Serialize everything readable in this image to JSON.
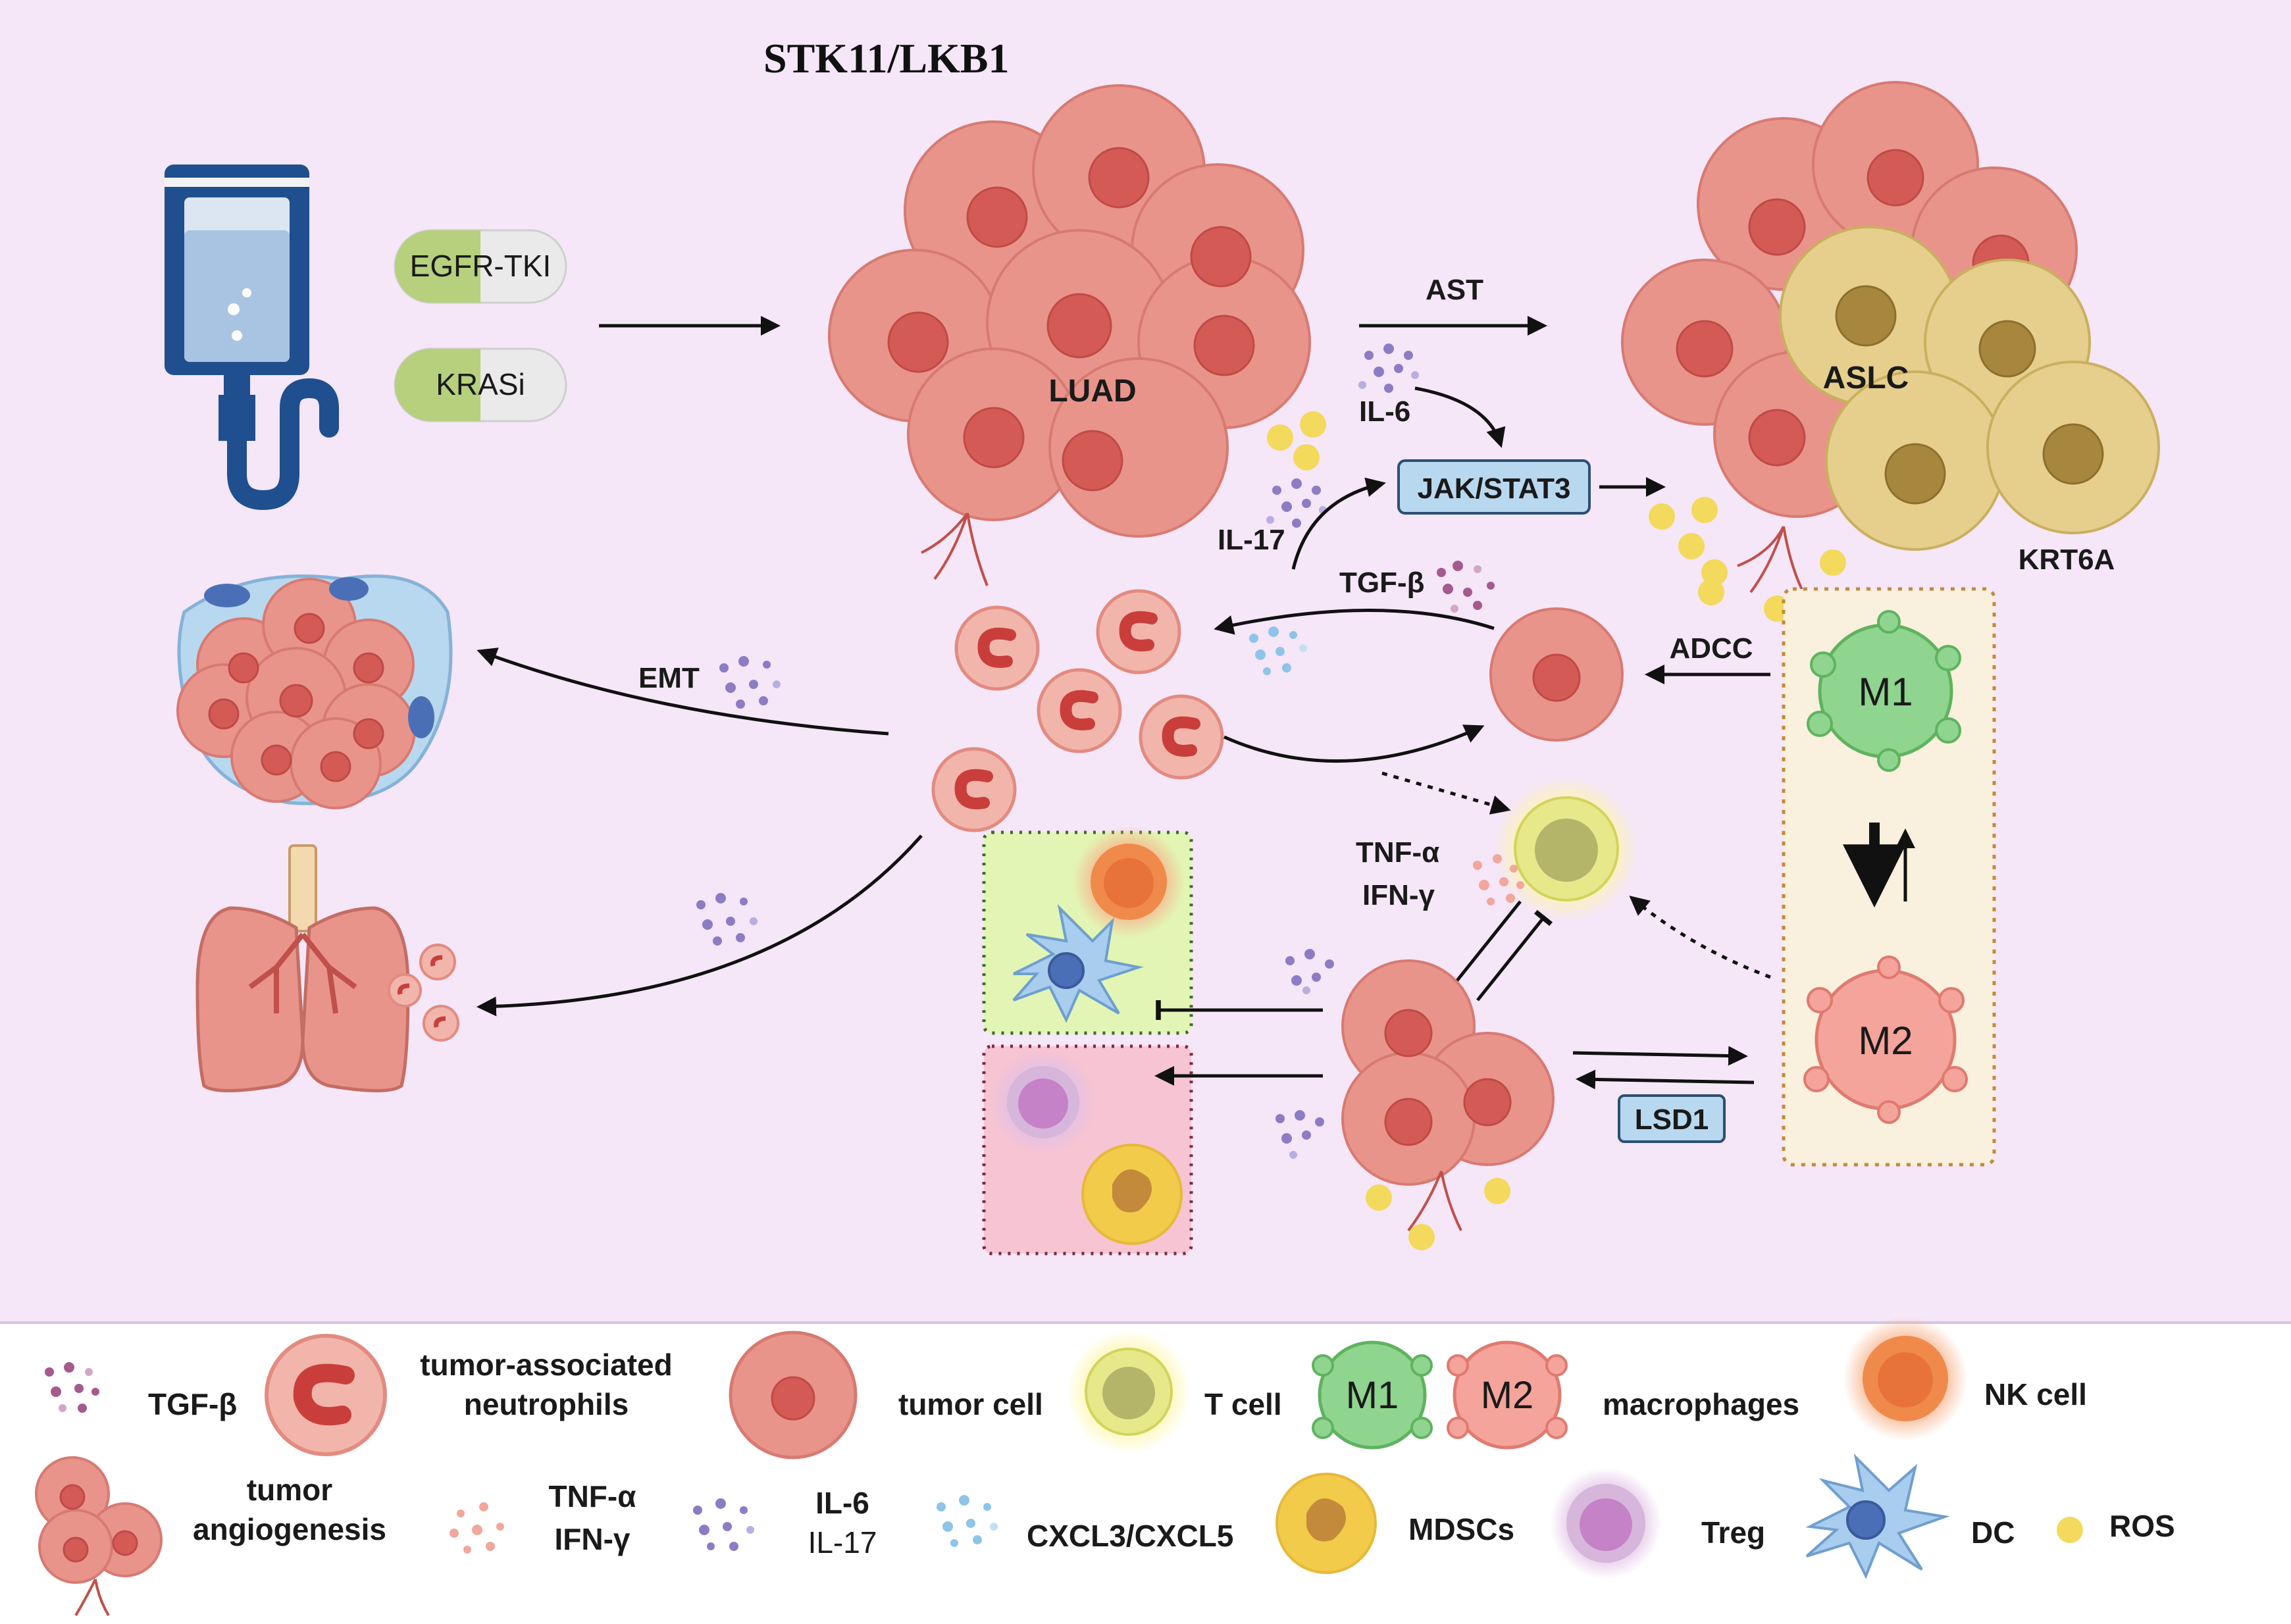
{
  "title": "STK11/LKB1",
  "drugs": {
    "egfr": "EGFR-TKI",
    "kras": "KRASi"
  },
  "cells": {
    "luad": "LUAD",
    "aslc": "ASLC",
    "krt6a": "KRT6A",
    "m1": "M1",
    "m2": "M2"
  },
  "labels": {
    "ast": "AST",
    "il6": "IL-6",
    "il17": "IL-17",
    "jak": "JAK/STAT3",
    "tgfb": "TGF-β",
    "adcc": "ADCC",
    "emt": "EMT",
    "tnf": "TNF-α",
    "ifn": "IFN-γ",
    "lsd1": "LSD1"
  },
  "legend": {
    "tgfb": "TGF-β",
    "tan1": "tumor-associated",
    "tan2": "neutrophils",
    "tumor_cell": "tumor cell",
    "t_cell": "T cell",
    "m1": "M1",
    "m2": "M2",
    "macrophages": "macrophages",
    "nk": "NK cell",
    "angio1": "tumor",
    "angio2": "angiogenesis",
    "tnf": "TNF-α",
    "ifn": "IFN-γ",
    "il6": "IL-6",
    "il17": "IL-17",
    "cxcl": "CXCL3/CXCL5",
    "mdsc": "MDSCs",
    "treg": "Treg",
    "dc": "DC",
    "ros": "ROS"
  },
  "colors": {
    "background": "#f5e6f8",
    "tumor_cell": "#e9948b",
    "aslc_cell": "#e6cf8c",
    "m1": "#8fd48f",
    "m2": "#f4a49b",
    "t_cell": "#e6e88a",
    "nk_cell": "#f08a4b",
    "ros": "#f3d95c",
    "dc": "#a8cdee",
    "treg": "#c682c6",
    "mdsc": "#f2cb4a",
    "box_label": "#b8d8ef",
    "green_box": "#e2f5b5",
    "pink_box": "#f6c4d2",
    "yellow_box": "#f9f0dd"
  },
  "icons": [
    "iv-bag-icon",
    "capsule-icon",
    "lung-icon",
    "arrow-icon",
    "inhibit-icon"
  ]
}
